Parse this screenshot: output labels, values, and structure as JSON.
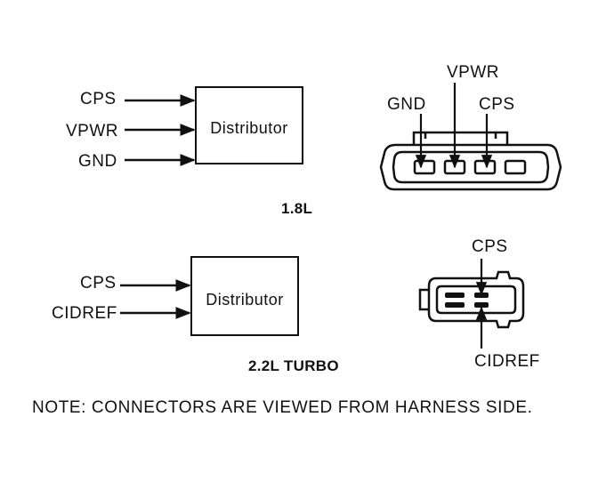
{
  "section_a": {
    "inputs": [
      "CPS",
      "VPWR",
      "GND"
    ],
    "box_label": "Distributor",
    "engine_label": "1.8L",
    "connector_labels": {
      "gnd": "GND",
      "vpwr": "VPWR",
      "cps": "CPS"
    }
  },
  "section_b": {
    "inputs": [
      "CPS",
      "CIDREF"
    ],
    "box_label": "Distributor",
    "engine_label": "2.2L TURBO",
    "connector_labels": {
      "cps": "CPS",
      "cidref": "CIDREF"
    }
  },
  "note": "NOTE: CONNECTORS ARE VIEWED FROM HARNESS SIDE."
}
